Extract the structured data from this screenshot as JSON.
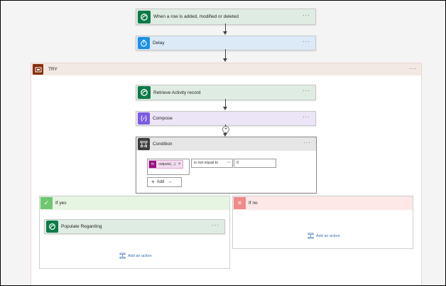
{
  "trigger": {
    "title": "When a row is added, modified or deleted",
    "more": "···",
    "icon": "dataverse-icon"
  },
  "delay": {
    "title": "Delay",
    "more": "···",
    "icon": "timer-icon"
  },
  "try_scope": {
    "title": "TRY",
    "more": "···",
    "icon": "scope-icon"
  },
  "retrieve": {
    "title": "Retrieve Activity record",
    "more": "···",
    "icon": "dataverse-icon"
  },
  "compose": {
    "title": "Compose",
    "more": "···",
    "icon": "braces-icon"
  },
  "insert_plus": "+",
  "condition": {
    "title": "Condition",
    "more": "···",
    "icon": "condition-icon",
    "left_token": {
      "fx": "fx",
      "label": "outputs(...)",
      "remove": "×"
    },
    "operator": "is not equal to",
    "operator_arrow": "⌵",
    "right_value": "0",
    "add_button": {
      "plus": "+",
      "label": "Add",
      "caret": "⌵"
    }
  },
  "if_yes": {
    "title": "If yes",
    "check": "✓",
    "action": {
      "title": "Populate Regarding",
      "more": "···",
      "icon": "dataverse-icon"
    },
    "add_action": "Add an action"
  },
  "if_no": {
    "title": "If no",
    "cross": "✕",
    "add_action": "Add an action"
  },
  "colors": {
    "green_accent": "#0e7a49",
    "blue_accent": "#1c8fe6",
    "purple_accent": "#7a5ce0",
    "try_accent": "#8a2f0a",
    "yes_accent": "#6fc76f",
    "no_accent": "#ef8a8a",
    "link": "#3a6fb5"
  }
}
